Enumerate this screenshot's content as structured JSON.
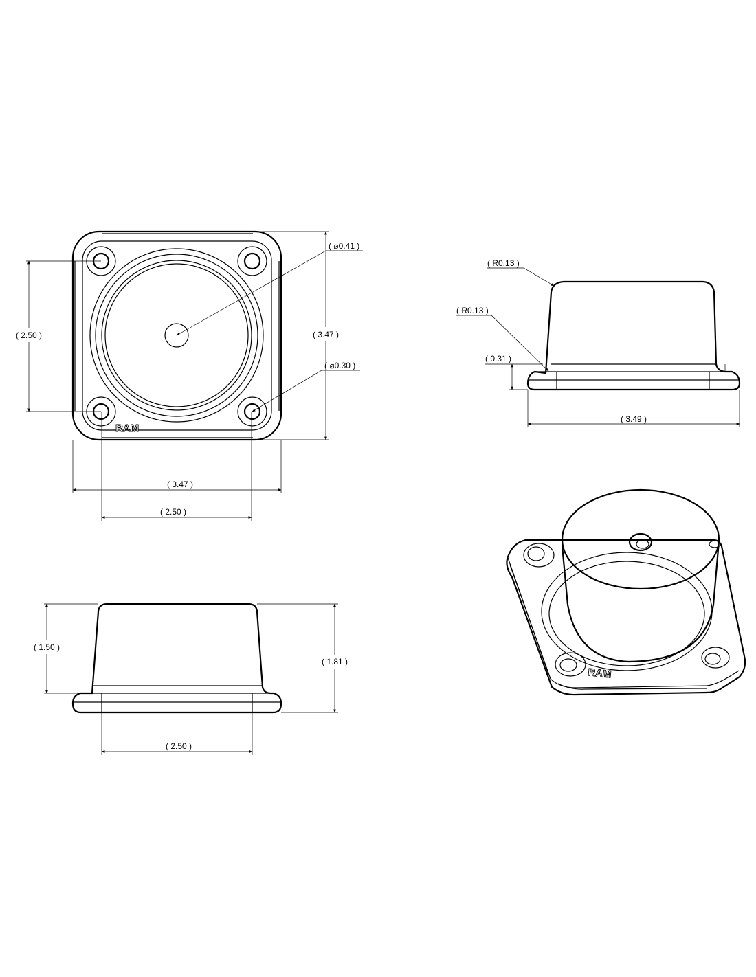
{
  "drawing": {
    "brand_mark": "RAM",
    "top_view": {
      "hole_pattern_height": "2.50",
      "overall_height": "3.47",
      "overall_width": "3.47",
      "hole_pattern_width": "2.50",
      "center_hole_diameter": "0.41",
      "mount_hole_diameter": "0.30"
    },
    "side_view": {
      "top_radius": "R0.13",
      "base_radius": "R0.13",
      "flange_thickness": "0.31",
      "overall_width": "3.49"
    },
    "front_view": {
      "body_height": "1.50",
      "overall_height": "1.81",
      "hole_pattern_width": "2.50"
    }
  }
}
